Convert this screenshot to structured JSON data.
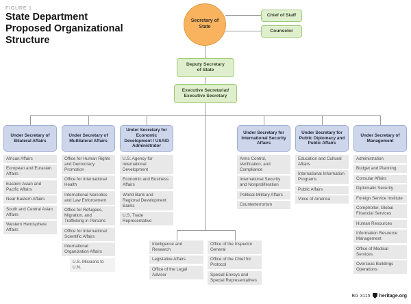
{
  "figure_label": "FIGURE 1",
  "title": "State Department Proposed Organizational Structure",
  "leadership": {
    "secretary": "Secretary of State",
    "chief_of_staff": "Chief of Staff",
    "counselor": "Counselor",
    "deputy_secretary": "Deputy Secretary of State",
    "executive_secretariat": "Executive Secretariat/ Executive Secretary"
  },
  "under_secretaries": [
    {
      "title": "Under Secretary of Bilateral Affairs",
      "offices": [
        "African Affairs",
        "European and Eurasian Affairs",
        "Eastern Asian and Pacific Affairs",
        "Near Eastern Affairs",
        "South and Central Asian Affairs",
        "Western Hemisphere Affairs"
      ]
    },
    {
      "title": "Under Secretary of Multilateral Affairs",
      "offices": [
        "Office for Human Rights and Democracy Promotion",
        "Office for International Health",
        "International Narcotics and Law Enforcement",
        "Office for Refugees, Migration, and Trafficking in Persons",
        "Office for International Scientific Affairs",
        "International Organization Affairs"
      ],
      "sub_offices": [
        "U.S. Missions to U.N."
      ]
    },
    {
      "title": "Under Secretary for Economic Development / USAID Administrator",
      "offices": [
        "U.S. Agency for International Development",
        "Economic and Business Affairs",
        "World Bank and Regional Development Banks",
        "U.S. Trade Representative"
      ]
    },
    {
      "title": "Under Secretary for International Security Affairs",
      "offices": [
        "Arms Control, Verification, and Compliance",
        "International Security and Nonproliferation",
        "Political-Military Affairs",
        "Counterterrorism"
      ]
    },
    {
      "title": "Under Secretary for Public Diplomacy and Public Affairs",
      "offices": [
        "Education and Cultural Affairs",
        "International Information Programs",
        "Public Affairs",
        "Voice of America"
      ]
    },
    {
      "title": "Under Secretary of Management",
      "offices": [
        "Administration",
        "Budget and Planning",
        "Consular Affairs",
        "Diplomatic Security",
        "Foreign Service Institute",
        "Comptroller, Global Financial Services",
        "Human Resources",
        "Information Resource Management",
        "Office of Medical Services",
        "Overseas Buildings Operations"
      ]
    }
  ],
  "staff_offices": {
    "left": [
      "Intelligence and Research",
      "Legislative Affairs",
      "Office of the Legal Advisor"
    ],
    "right": [
      "Office of the Inspector General",
      "Office of the Chief for Protocol",
      "Special Envoys and Special Representatives"
    ]
  },
  "footer": {
    "report_id": "BG 3115",
    "site": "heritage.org"
  },
  "colors": {
    "secretary_fill": "#F9B35F",
    "secretary_border": "#DD9A45",
    "green_fill": "#DFEFCE",
    "green_border": "#9CCB72",
    "blue_fill": "#CDD6EB",
    "blue_border": "#9FAECF",
    "office_fill": "#E8E8E8",
    "sub_office_fill": "#F2F2F2",
    "connector": "#999999"
  }
}
